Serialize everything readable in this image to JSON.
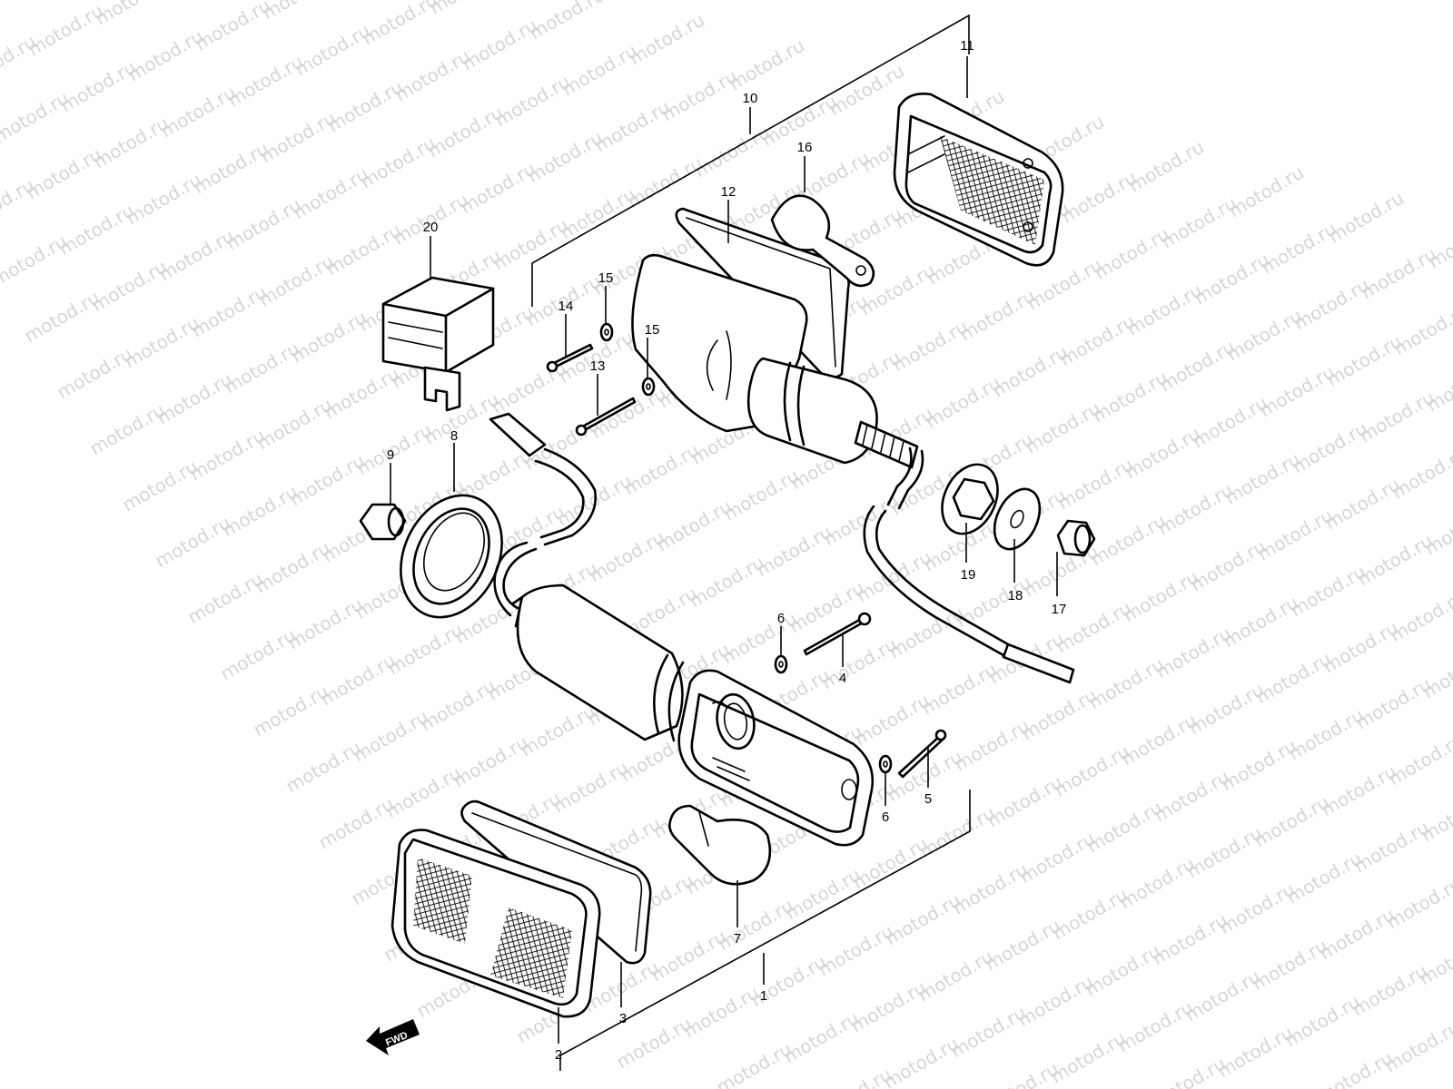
{
  "watermark": "motod.ru",
  "direction_badge": "FWD",
  "callouts": {
    "c1": "1",
    "c2": "2",
    "c3": "3",
    "c4": "4",
    "c5": "5",
    "c6a": "6",
    "c6b": "6",
    "c7": "7",
    "c8": "8",
    "c9": "9",
    "c10": "10",
    "c11": "11",
    "c12": "12",
    "c13": "13",
    "c14": "14",
    "c15a": "15",
    "c15b": "15",
    "c16": "16",
    "c17": "17",
    "c18": "18",
    "c19": "19",
    "c20": "20"
  }
}
